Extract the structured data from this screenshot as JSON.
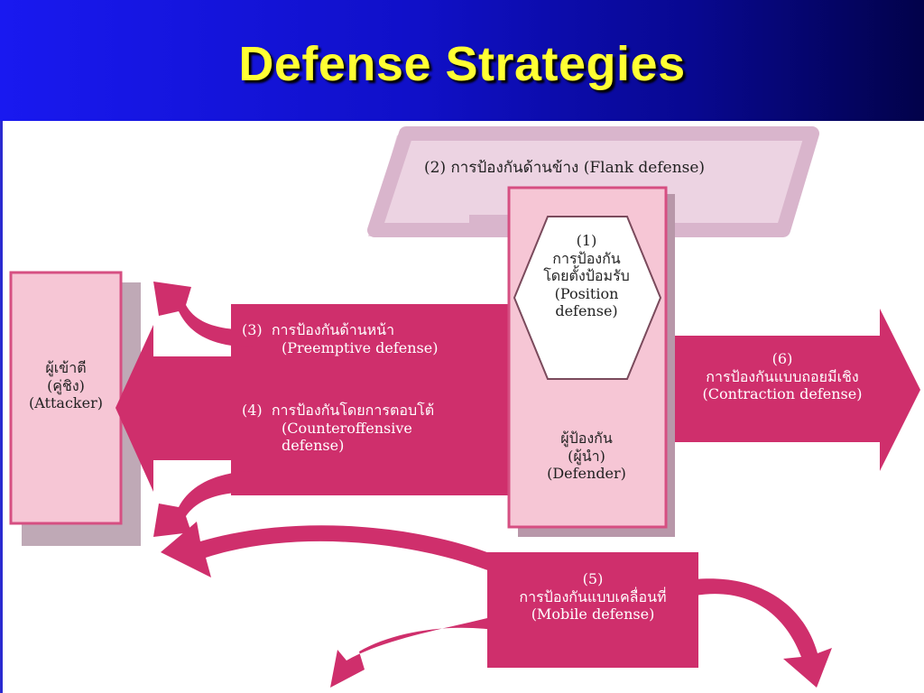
{
  "slide": {
    "title": "Defense Strategies"
  },
  "diagram": {
    "flank": {
      "label": "(2) การป้องกันด้านข้าง (Flank defense)"
    },
    "position": {
      "num": "(1)",
      "thai_1": "การป้องกัน",
      "thai_2": "โดยตั้งป้อมรับ",
      "en_1": "(Position",
      "en_2": "defense)"
    },
    "attacker": {
      "thai": "ผู้เข้าตี",
      "thai_2": "(คู่ชิง)",
      "en": "(Attacker)"
    },
    "preemptive": {
      "num": "(3)",
      "thai": "การป้องกันด้านหน้า",
      "en": "(Preemptive defense)"
    },
    "counter": {
      "num": "(4)",
      "thai": "การป้องกันโดยการตอบโต้",
      "en_1": "(Counteroffensive",
      "en_2": "defense)"
    },
    "defender": {
      "thai": "ผู้ป้องกัน",
      "thai_2": "(ผู้นำ)",
      "en": "(Defender)"
    },
    "contraction": {
      "num": "(6)",
      "thai": "การป้องกันแบบถอยมีเชิง",
      "en": "(Contraction defense)"
    },
    "mobile": {
      "num": "(5)",
      "thai": "การป้องกันแบบเคลื่อนที่",
      "en": "(Mobile defense)"
    },
    "colors": {
      "magenta": "#cf2f6c",
      "pink_box": "#f6c6d5",
      "pink_outline": "#d64f82",
      "lavender": "#d9b5cc",
      "header_gold": "#ffff33"
    }
  }
}
